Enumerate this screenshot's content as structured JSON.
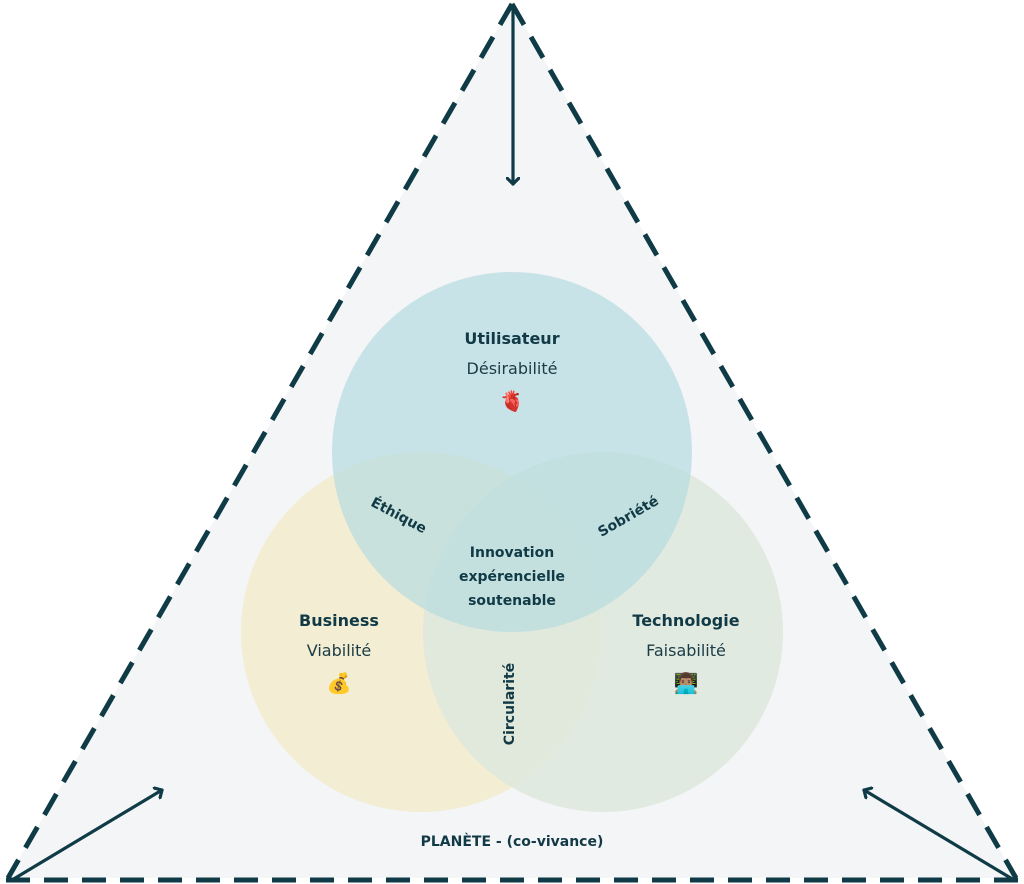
{
  "diagram": {
    "circles": {
      "top": {
        "title": "Utilisateur",
        "subtitle": "Désirabilité",
        "icon": "anatomical-heart-icon",
        "glyph": "🫀",
        "color": "#b7dce0"
      },
      "left": {
        "title": "Business",
        "subtitle": "Viabilité",
        "icon": "money-bag-icon",
        "glyph": "💰",
        "color": "#f1ebcc"
      },
      "right": {
        "title": "Technologie",
        "subtitle": "Faisabilité",
        "icon": "technologist-icon",
        "glyph": "👨🏽‍💻",
        "color": "#dde8dc"
      }
    },
    "intersections": {
      "top_left": "Éthique",
      "top_right": "Sobriété",
      "bottom": "Circularité",
      "center_lines": [
        "Innovation",
        "expérencielle",
        "soutenable"
      ]
    },
    "base_label": "PLANÈTE - (co-vivance)",
    "colors": {
      "frame": "#0f3b46",
      "triangle_fill": "#f4f5f6",
      "text": "#113a46"
    }
  }
}
